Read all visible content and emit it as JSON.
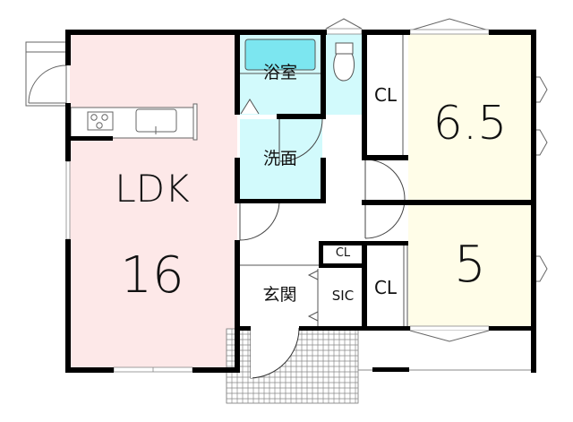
{
  "floor_plan": {
    "title": "",
    "colors": {
      "ldk_fill": "#fde8e8",
      "wet_area_fill": "#d2fafc",
      "bathtub_fill": "#7ce6f0",
      "bedroom_fill": "#fffde8",
      "wall": "#000000",
      "line": "#555555",
      "background": "#ffffff"
    },
    "rooms": [
      {
        "id": "ldk",
        "name": "LDK",
        "size": "16"
      },
      {
        "id": "bath",
        "name": "浴室"
      },
      {
        "id": "toilet",
        "name": "",
        "icon": "toilet-icon"
      },
      {
        "id": "washroom",
        "name": "洗面"
      },
      {
        "id": "closet_top",
        "name": "CL"
      },
      {
        "id": "bedroom_1",
        "name": "",
        "size": "6.5"
      },
      {
        "id": "bedroom_2",
        "name": "",
        "size": "5"
      },
      {
        "id": "closet_right",
        "name": "CL"
      },
      {
        "id": "closet_small",
        "name": "CL"
      },
      {
        "id": "shoe_closet",
        "name": "SIC"
      },
      {
        "id": "entrance",
        "name": "玄関"
      }
    ],
    "fixtures": [
      "kitchen-counter",
      "stove-3-burner",
      "sink",
      "bathtub",
      "toilet",
      "entrance-porch-tiles"
    ]
  }
}
